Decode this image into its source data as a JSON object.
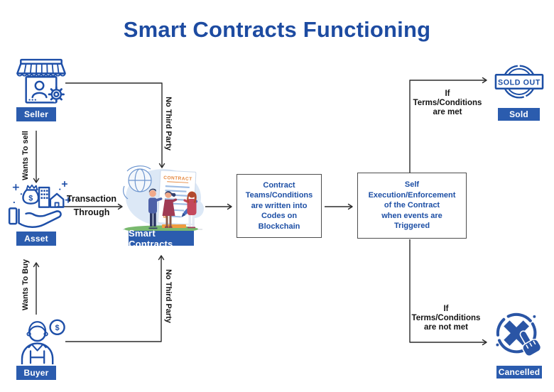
{
  "title": "Smart Contracts Functioning",
  "nodes": {
    "seller": {
      "label": "Seller",
      "icon": "storefront-gear-icon"
    },
    "asset": {
      "label": "Asset",
      "icon": "hand-holding-assets-icon"
    },
    "buyer": {
      "label": "Buyer",
      "icon": "person-with-coin-icon"
    },
    "smart_contracts": {
      "label": "Smart Contracts",
      "icon": "contract-signing-illustration",
      "document_title": "CONTRACT"
    },
    "sold": {
      "label": "Sold",
      "icon": "sold-out-stamp-icon",
      "stamp_text": "SOLD OUT"
    },
    "cancelled": {
      "label": "Cancelled",
      "icon": "cancel-click-icon"
    }
  },
  "process_boxes": {
    "box1": {
      "lines": [
        "Contract",
        "Teams/Conditions",
        "are written into",
        "Codes on",
        "Blockchain"
      ]
    },
    "box2": {
      "lines": [
        "Self",
        "Execution/Enforcement",
        "of the Contract",
        "when events are",
        "Triggered"
      ]
    }
  },
  "edge_labels": {
    "wants_to_sell": "Wants To sell",
    "wants_to_buy": "Wants To Buy",
    "transaction_line1": "Transaction",
    "transaction_line2": "Through",
    "no_third_party_top": "No Third Party",
    "no_third_party_bottom": "No Third Party",
    "terms_met": {
      "l1": "If",
      "l2": "Terms/Conditions",
      "l3": "are met"
    },
    "terms_not_met": {
      "l1": "If",
      "l2": "Terms/Conditions",
      "l3": "are not met"
    }
  },
  "icons": {
    "dollar_symbol": "$"
  },
  "colors": {
    "title_blue": "#1d4ba1",
    "chip_blue": "#2b5cae",
    "process_text_blue": "#1d4fa5",
    "icon_outline_blue": "#1e4fa8",
    "connector_dark": "#2b2b2b",
    "contract_orange": "#e5863c",
    "illustration_green": "#79b96e"
  }
}
